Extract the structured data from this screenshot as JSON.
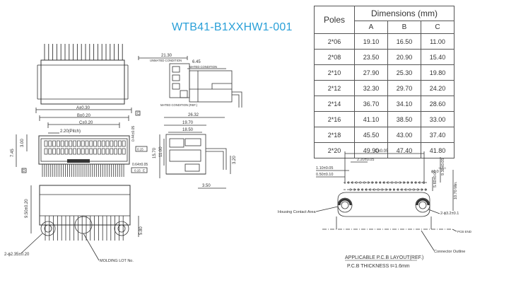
{
  "title": "WTB41-B1XXHW1-001",
  "table": {
    "poles_header": "Poles",
    "dimensions_header": "Dimensions (mm)",
    "col_labels": [
      "A",
      "B",
      "C"
    ],
    "rows": [
      {
        "poles": "2*06",
        "a": "19.10",
        "b": "16.50",
        "c": "11.00"
      },
      {
        "poles": "2*08",
        "a": "23.50",
        "b": "20.90",
        "c": "15.40"
      },
      {
        "poles": "2*10",
        "a": "27.90",
        "b": "25.30",
        "c": "19.80"
      },
      {
        "poles": "2*12",
        "a": "32.30",
        "b": "29.70",
        "c": "24.20"
      },
      {
        "poles": "2*14",
        "a": "36.70",
        "b": "34.10",
        "c": "28.60"
      },
      {
        "poles": "2*16",
        "a": "41.10",
        "b": "38.50",
        "c": "33.00"
      },
      {
        "poles": "2*18",
        "a": "45.50",
        "b": "43.00",
        "c": "37.40"
      },
      {
        "poles": "2*20",
        "a": "49.90",
        "b": "47.40",
        "c": "41.80"
      }
    ]
  },
  "side_view": {
    "dim_21_30": "21.30",
    "unmated_condition": "UNMATED CONDITION",
    "dim_6_45": "6.45",
    "mated_condition": "MATED CONDITION",
    "mated_condition_ref": "MATED CONDITION (REF.)",
    "dim_26_32": "26.32",
    "dim_19_70": "19.70",
    "dim_18_50": "18.50",
    "dim_15_70": "15.70",
    "dim_11_00": "11.00",
    "dim_3_20": "3.20",
    "dim_3_50": "3.50"
  },
  "front_view": {
    "dim_a": "A±0.30",
    "dim_b": "B±0.20",
    "dim_c": "C±0.20",
    "pitch": "2.20(Pitch)",
    "dim_3_00": "3.00",
    "dim_7_45": "7.45",
    "dim_0_44": "0.44±0.05",
    "dim_0_64": "0.64±0.05",
    "gdt_1": "0.15",
    "gdt_2": "0.15",
    "datum_c": "C",
    "datum_d": "D",
    "datum_e": "E",
    "dim_9_50": "9.50±0.20",
    "dim_5_80": "5.80",
    "hole_dim": "2-ϕ2.35±0.20",
    "molding_lot": "MOLDING LOT No."
  },
  "pcb_layout": {
    "dim_c": "C±0.05",
    "dim_2_20": "2.20±0.05",
    "dim_1_10": "1.10±0.05",
    "dim_0_50": "0.50±0.10",
    "dim_1_0": "ϕ1.0",
    "dim_1_0_tol": "+0.1 0",
    "dim_9_30": "9.30±0.05",
    "dim_5_60": "5.60±0.05",
    "dim_10_70": "10.70 Min.",
    "housing_contact": "Housing Contact Area",
    "hole_dim": "2-ϕ3.2±0.1",
    "pcb_end": "PCB END",
    "connector_outline": "Connector Outline",
    "caption_1": "APPLICABLE P.C.B LAYOUT(REF.)",
    "caption_2": "P.C.B THICKNESS t=1.6mm"
  }
}
